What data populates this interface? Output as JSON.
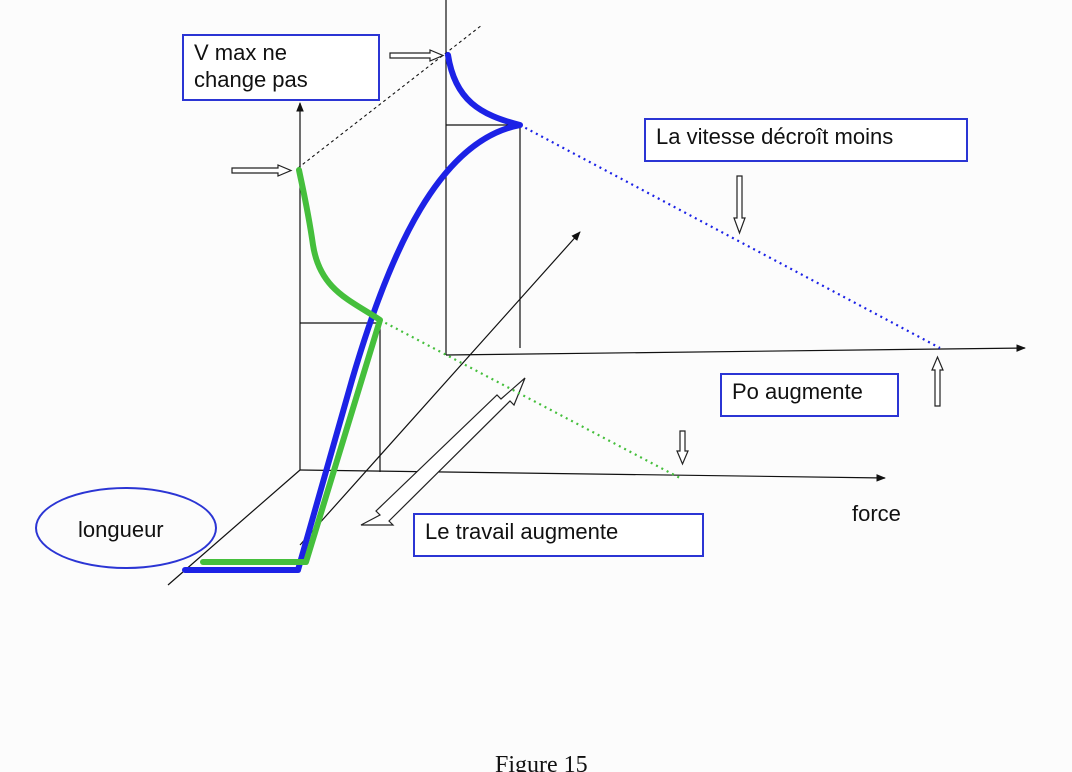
{
  "labels": {
    "vmax": "V max ne\nchange pas",
    "vitesse": "La vitesse décroît moins",
    "po": "Po augmente",
    "force": "force",
    "longueur": "longueur",
    "travail": "Le travail augmente"
  },
  "caption": "Figure 15",
  "colors": {
    "curve_before": "#45bf3c",
    "curve_after": "#1c22e6",
    "box_border": "#2b35d4",
    "axis": "#111111"
  }
}
